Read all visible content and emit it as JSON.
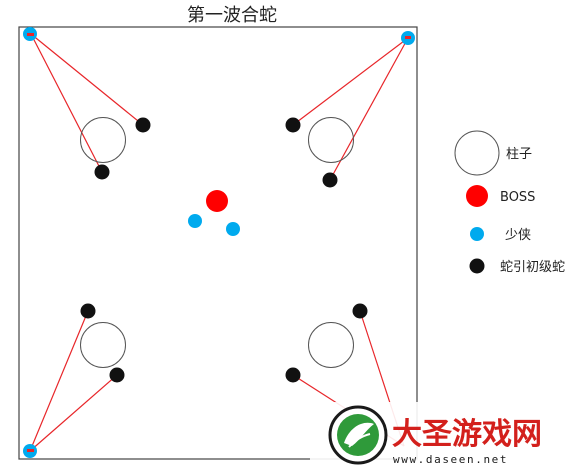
{
  "title": "第一波合蛇",
  "legend": {
    "pillar": "柱子",
    "boss": "BOSS",
    "player": "少侠",
    "snake": "蛇引初级蛇"
  },
  "watermark": {
    "site_name": "大圣游戏网",
    "url": "www.daseen.net"
  },
  "colors": {
    "boss": "#ff0000",
    "player": "#00aaee",
    "snake": "#111111",
    "line": "#e8262a",
    "pillar_stroke": "#555555",
    "frame": "#444444"
  }
}
